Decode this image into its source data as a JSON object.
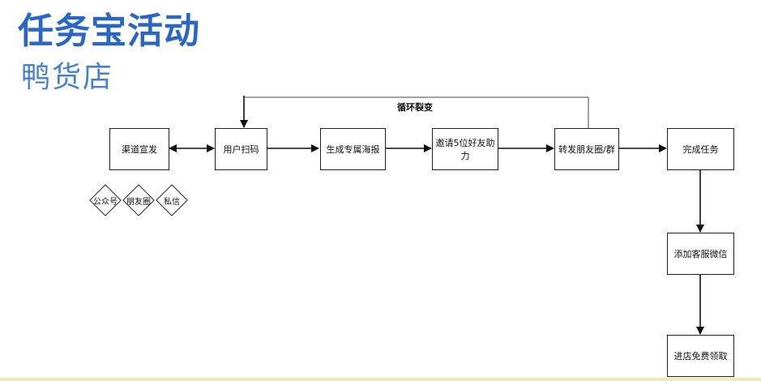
{
  "header": {
    "title": "任务宝活动",
    "subtitle": "鸭货店"
  },
  "flow": {
    "nodes": {
      "channel": "渠道宣发",
      "scan": "用户扫码",
      "poster": "生成专属海报",
      "invite": "邀请5位好友助力",
      "share": "转发朋友圈/群",
      "complete": "完成任务",
      "add_wechat": "添加客服微信",
      "redeem": "进店免费领取"
    },
    "channels": [
      "公众号",
      "朋友圈",
      "私信"
    ],
    "loop_label": "循环裂变"
  }
}
